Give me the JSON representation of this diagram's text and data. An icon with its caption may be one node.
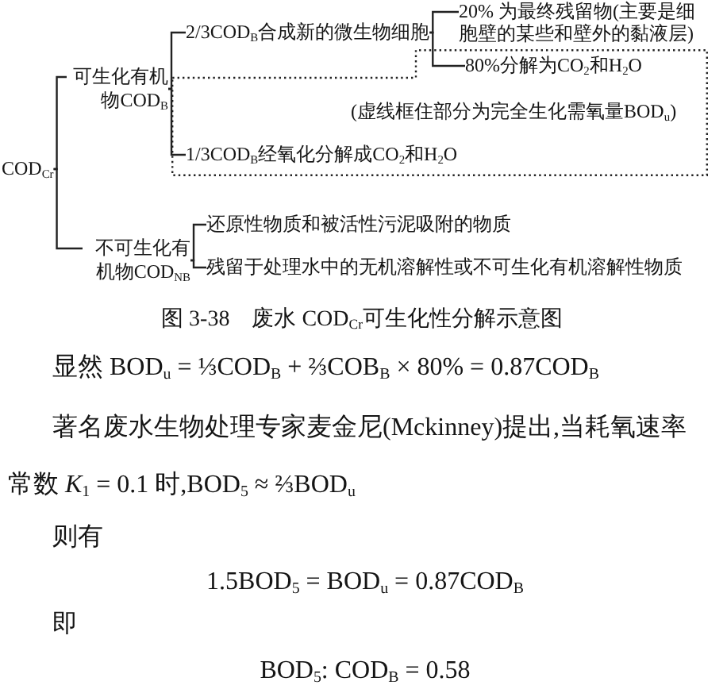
{
  "diagram": {
    "caption": "图 3-38　废水 COD$_{Cr}$可生化性分解示意图",
    "nodes": [
      {
        "text": [
          "COD$_{Cr}$"
        ]
      },
      {
        "text": [
          "可生化有机物COD$_{B}$"
        ]
      },
      {
        "text": [
          "2/3COD$_{B}$合成新的微生物细胞"
        ]
      },
      {
        "text": [
          "20% 为最终残留物(主要是细胞壁的某些和壁外的黏液层)"
        ]
      },
      {
        "text": [
          "(虚线框住部分为完全生化需氧量BOD$_{u}$)"
        ]
      },
      {
        "text": [
          "80%分解为CO$_{2}$和H$_{2}$O"
        ],
        "in": 4
      },
      {
        "text": [
          "1/3COD$_{B}$经氧化分解成CO$_{2}$和H$_{2}$O"
        ],
        "in": 4
      },
      {
        "text": [
          "不可生化有机物COD$_{NB}$"
        ]
      },
      {
        "text": [
          "还原性物质和被活性污泥吸附的物质"
        ]
      },
      {
        "text": [
          "残留于处理水中的无机溶解性或不可生化有机溶解性物质"
        ]
      }
    ],
    "edges": [
      {
        "from": 0,
        "to": 1,
        "arrow": "none"
      },
      {
        "from": 1,
        "to": 2,
        "arrow": "none"
      },
      {
        "from": 2,
        "to": 3,
        "arrow": "none"
      },
      {
        "from": 2,
        "to": 5,
        "arrow": "none"
      },
      {
        "from": 1,
        "to": 6,
        "arrow": "none"
      },
      {
        "from": 0,
        "to": 7,
        "arrow": "none"
      },
      {
        "from": 7,
        "to": 8,
        "arrow": "none"
      },
      {
        "from": 7,
        "to": 9,
        "arrow": "none"
      }
    ],
    "labels": [
      "显然 BOD$_{u}$ = ⅓COD$_{B}$ + ⅔COB$_{B}$ × 80% = 0.87COD$_{B}$",
      "著名废水生物处理专家麦金尼(Mckinney)提出,当耗氧速率常数 *K*$_{1}$ = 0.1 时,BOD$_{5}$ ≈ ⅔BOD$_{u}$",
      "则有",
      "1.5BOD$_{5}$ = BOD$_{u}$ = 0.87COD$_{B}$",
      "即",
      "BOD$_{5}$: COD$_{B}$ = 0.58"
    ]
  }
}
